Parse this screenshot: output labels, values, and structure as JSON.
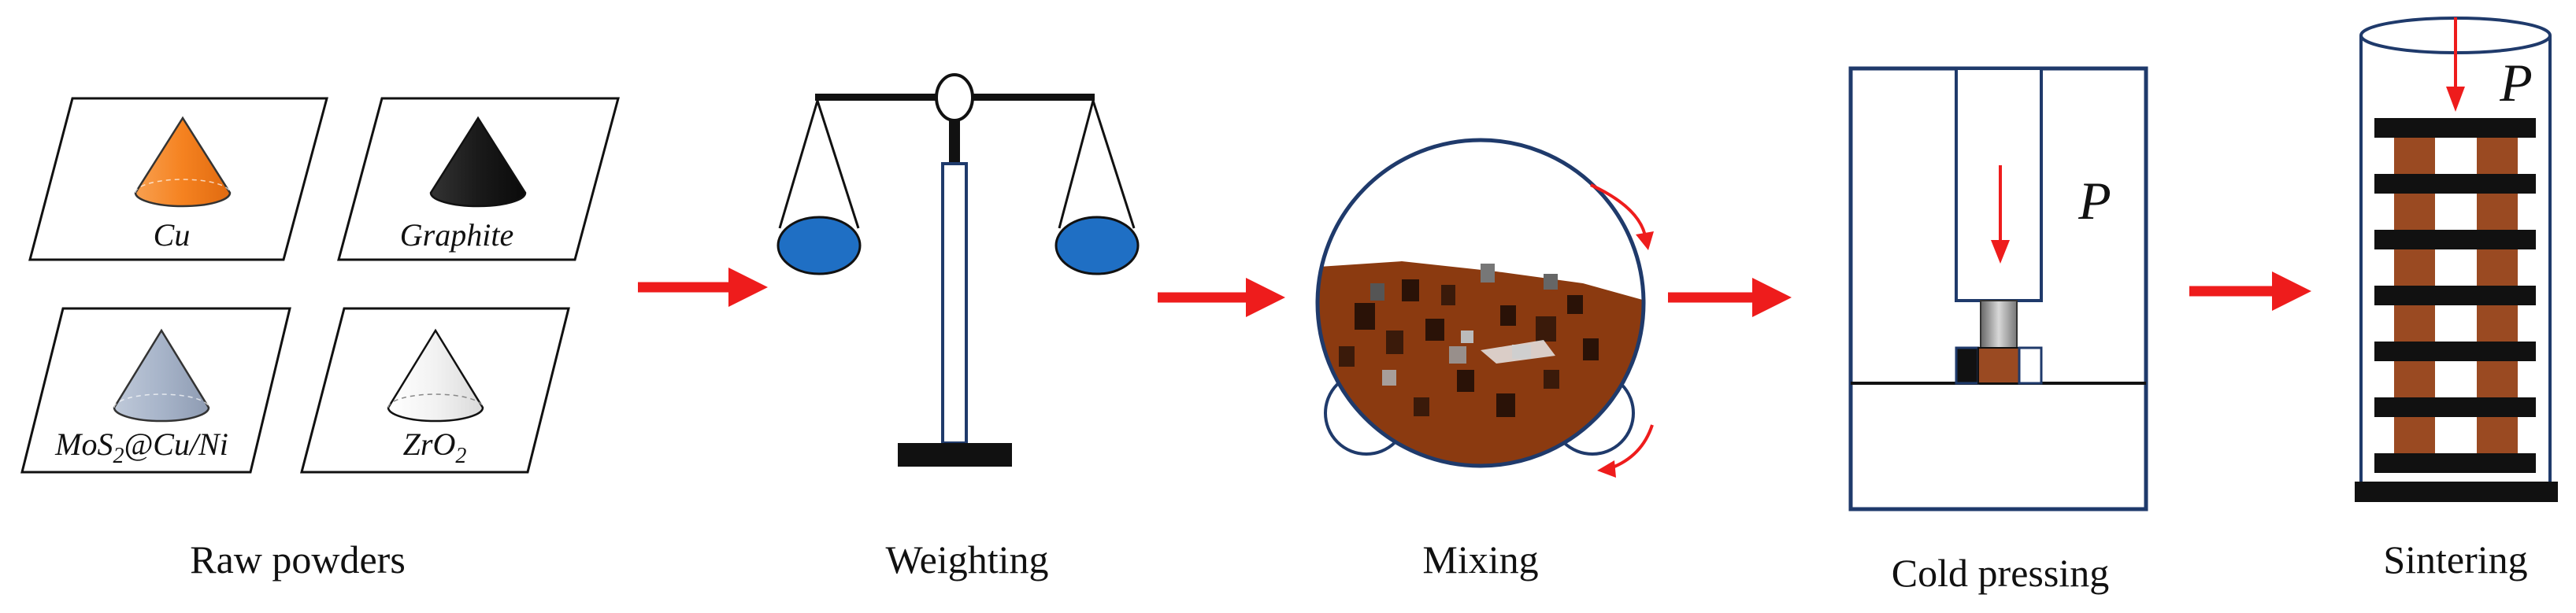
{
  "stages": [
    {
      "label": "Raw powders"
    },
    {
      "label": "Weighting"
    },
    {
      "label": "Mixing"
    },
    {
      "label": "Cold pressing"
    },
    {
      "label": "Sintering"
    }
  ],
  "powders": [
    {
      "label": "Cu",
      "color": "#F58220"
    },
    {
      "label": "Graphite",
      "color": "#1a1a1a"
    },
    {
      "label_main": "MoS",
      "label_sub": "2",
      "label_tail": "@Cu/Ni",
      "color": "#A7B4C9"
    },
    {
      "label_main": "ZrO",
      "label_sub": "2",
      "color": "#F2F2F2"
    }
  ],
  "pressure_symbol": "P",
  "colors": {
    "arrow": "#EE1C1C",
    "outline_blue": "#1F3A6B",
    "pan_blue": "#1F6FC4",
    "mix_brown": "#8B3A10",
    "pellet_brown": "#9A4A22",
    "plate_black": "#111111"
  }
}
